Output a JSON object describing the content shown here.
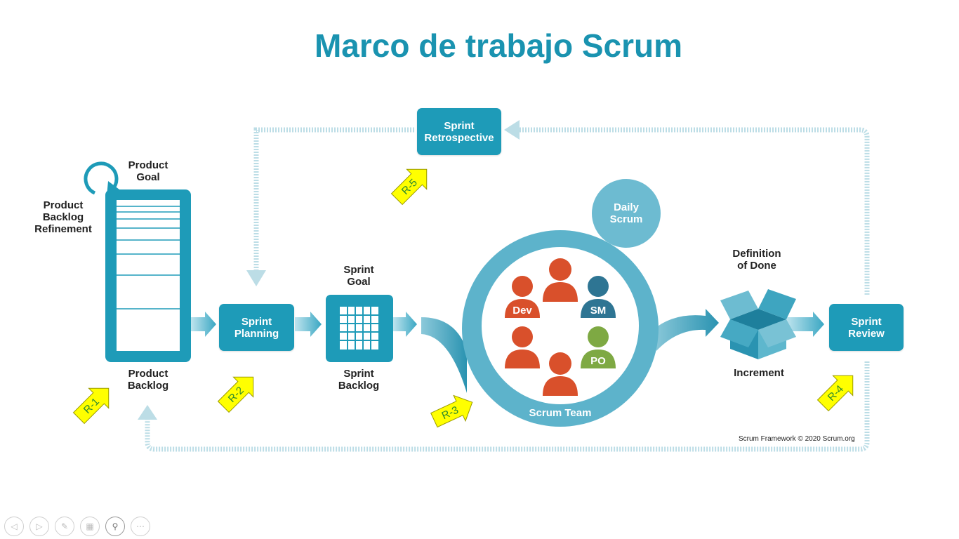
{
  "slide": {
    "title": "Marco de trabajo Scrum",
    "copyright": "Scrum Framework © 2020 Scrum.org"
  },
  "diagram": {
    "nodes": {
      "sprint_retrospective": "Sprint\nRetrospective",
      "sprint_planning": "Sprint\nPlanning",
      "sprint_review": "Sprint\nReview",
      "daily_scrum": "Daily\nScrum"
    },
    "labels": {
      "product_goal": "Product\nGoal",
      "product_backlog_refinement": "Product\nBacklog\nRefinement",
      "product_backlog": "Product\nBacklog",
      "sprint_goal": "Sprint\nGoal",
      "sprint_backlog": "Sprint\nBacklog",
      "definition_of_done": "Definition\nof Done",
      "increment": "Increment",
      "scrum_team": "Scrum Team"
    },
    "team_roles": [
      "Dev",
      "SM",
      "PO"
    ],
    "annotations": [
      "R-1",
      "R-2",
      "R-3",
      "R-4",
      "R-5"
    ],
    "colors": {
      "primary": "#1e9bb8",
      "loop": "#bcdde6",
      "dev": "#d9502b",
      "sm": "#2e7593",
      "po": "#7ea943",
      "annotation": "#ffff00",
      "title": "#1a93b0"
    }
  },
  "presenter_controls": [
    "previous-icon",
    "next-icon",
    "pen-icon",
    "slides-icon",
    "zoom-icon",
    "more-icon"
  ]
}
